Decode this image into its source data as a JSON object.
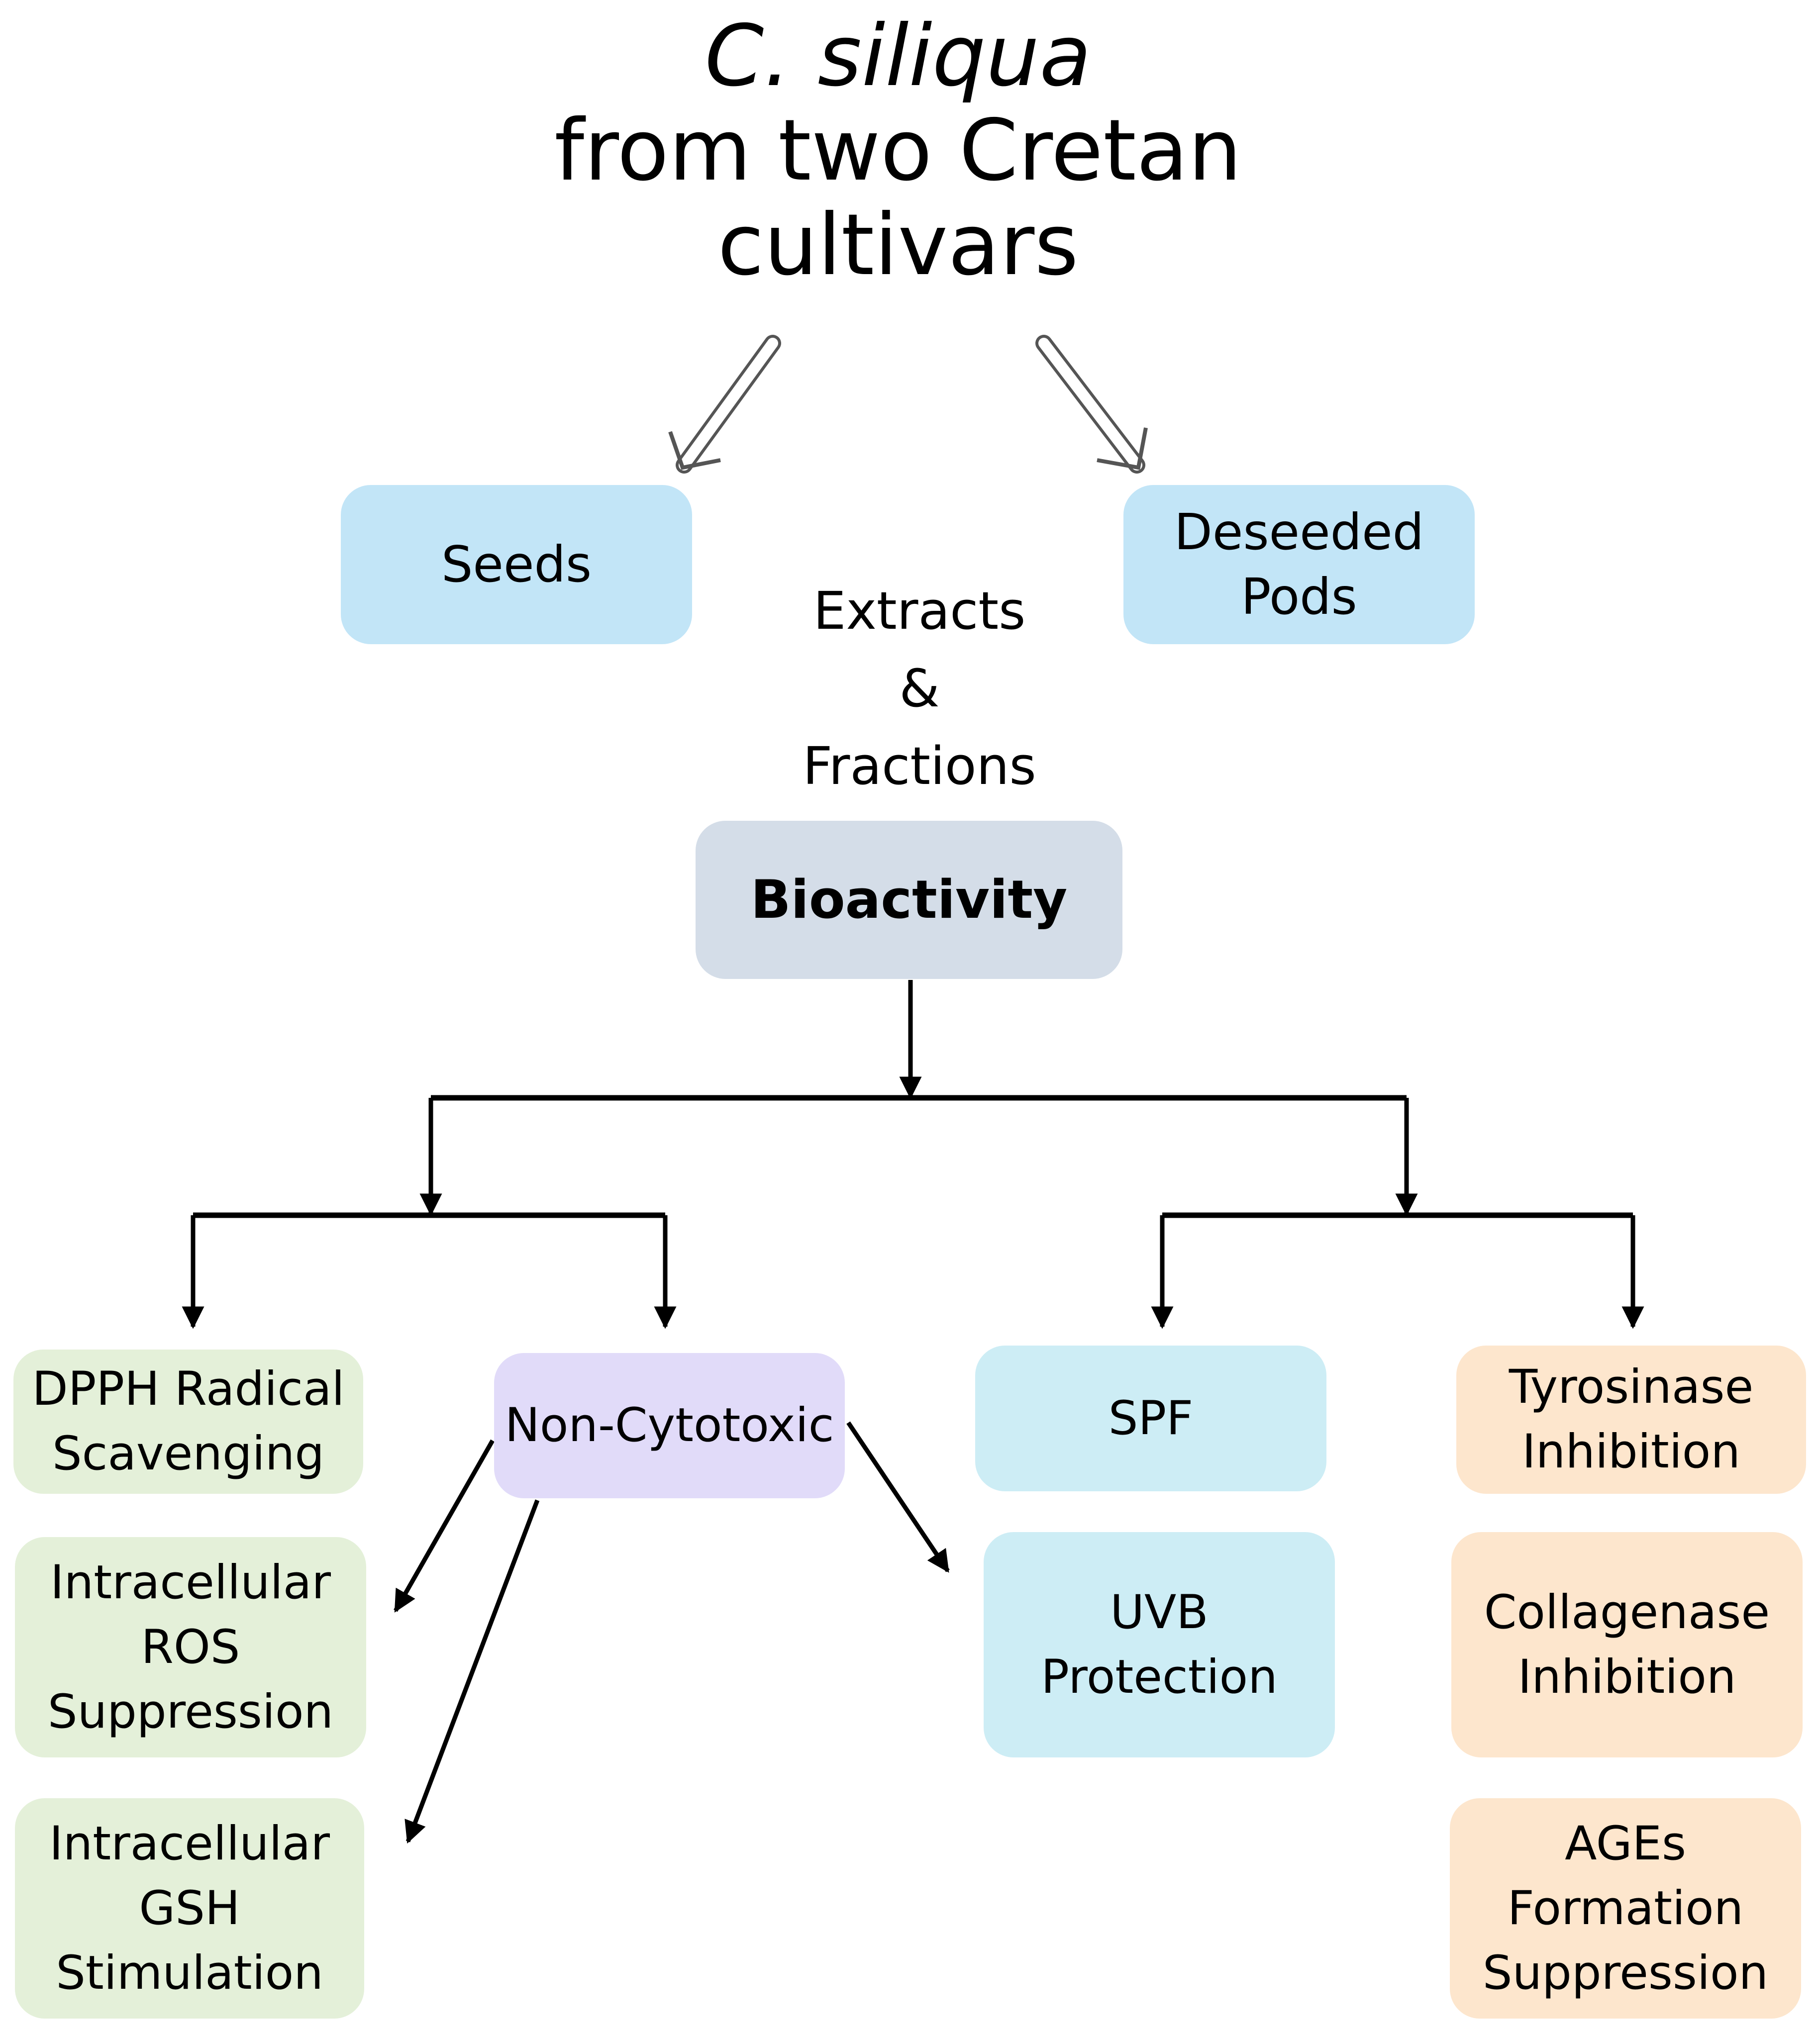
{
  "title": {
    "line1": "C. siliqua",
    "line2": "from two Cretan",
    "line3": "cultivars"
  },
  "sources": {
    "seeds": "Seeds",
    "pods_line1": "Deseeded",
    "pods_line2": "Pods"
  },
  "extracts": {
    "line1": "Extracts",
    "line2": "&",
    "line3": "Fractions"
  },
  "bioactivity": "Bioactivity",
  "left_branch": {
    "dpph": {
      "line1": "DPPH Radical",
      "line2": "Scavenging"
    },
    "non_cytotoxic": "Non-Cytotoxic",
    "ros": {
      "line1": "Intracellular",
      "line2": "ROS",
      "line3": "Suppression"
    },
    "gsh": {
      "line1": "Intracellular",
      "line2": "GSH",
      "line3": "Stimulation"
    }
  },
  "right_branch": {
    "spf": "SPF",
    "uvb": {
      "line1": "UVB",
      "line2": "Protection"
    },
    "tyrosinase": {
      "line1": "Tyrosinase",
      "line2": "Inhibition"
    },
    "collagenase": {
      "line1": "Collagenase",
      "line2": "Inhibition"
    },
    "ages": {
      "line1": "AGEs",
      "line2": "Formation",
      "line3": "Suppression"
    }
  },
  "colors": {
    "source_box": "#c2e5f7",
    "bioactivity_box": "#d4dde8",
    "antioxidant_box": "#e4f0d9",
    "non_cytotoxic_box": "#e1dbf9",
    "uv_box": "#cdedf5",
    "enzyme_box": "#fde6cd",
    "connector": "#000000"
  }
}
